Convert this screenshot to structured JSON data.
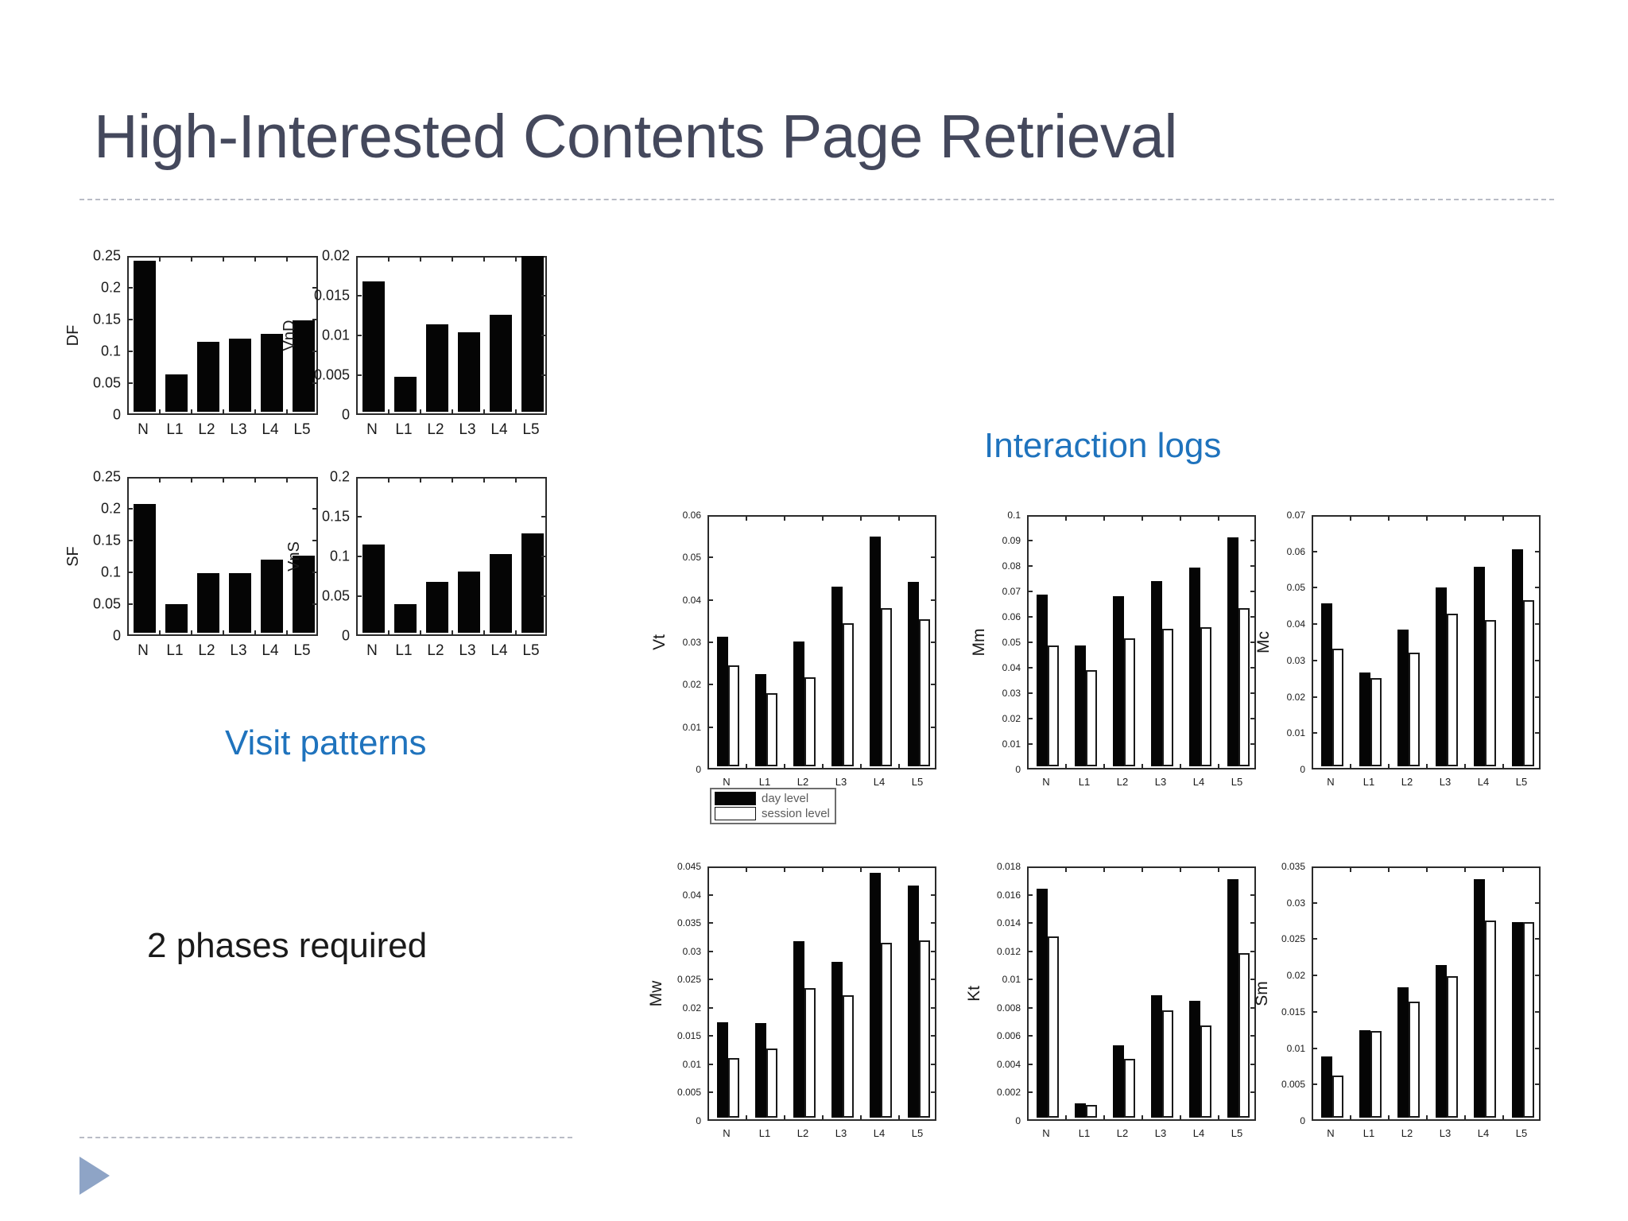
{
  "slide": {
    "title": "High-Interested Contents Page Retrieval",
    "captions": {
      "visit_patterns": "Visit patterns",
      "interaction_logs": "Interaction logs",
      "phases_note": "2 phases required"
    },
    "accent_blue": "#1f73bd",
    "title_color": "#44485c",
    "bar_day_color": "#050505",
    "bar_session_color": "#ffffff"
  },
  "legend": {
    "items": [
      {
        "label": "day level",
        "style": "filled"
      },
      {
        "label": "session level",
        "style": "outline"
      }
    ]
  },
  "chart_data": [
    {
      "id": "df",
      "type": "bar",
      "ylabel": "DF",
      "categories": [
        "N",
        "L1",
        "L2",
        "L3",
        "L4",
        "L5"
      ],
      "yticks": [
        "0",
        "0.05",
        "0.1",
        "0.15",
        "0.2",
        "0.25"
      ],
      "ylim": [
        0,
        0.25
      ],
      "grid": false,
      "series": [
        {
          "name": "value",
          "values": [
            0.242,
            0.06,
            0.112,
            0.118,
            0.125,
            0.147
          ]
        }
      ]
    },
    {
      "id": "vnd",
      "type": "bar",
      "ylabel": "VnD",
      "categories": [
        "N",
        "L1",
        "L2",
        "L3",
        "L4",
        "L5"
      ],
      "yticks": [
        "0",
        "0.005",
        "0.01",
        "0.015",
        "0.02"
      ],
      "ylim": [
        0,
        0.02
      ],
      "grid": false,
      "series": [
        {
          "name": "value",
          "values": [
            0.0167,
            0.0045,
            0.0112,
            0.0102,
            0.0124,
            0.02
          ]
        }
      ]
    },
    {
      "id": "sf",
      "type": "bar",
      "ylabel": "SF",
      "categories": [
        "N",
        "L1",
        "L2",
        "L3",
        "L4",
        "L5"
      ],
      "yticks": [
        "0",
        "0.05",
        "0.1",
        "0.15",
        "0.2",
        "0.25"
      ],
      "ylim": [
        0,
        0.25
      ],
      "grid": false,
      "series": [
        {
          "name": "value",
          "values": [
            0.207,
            0.046,
            0.096,
            0.096,
            0.117,
            0.124
          ]
        }
      ]
    },
    {
      "id": "vns",
      "type": "bar",
      "ylabel": "VnS",
      "categories": [
        "N",
        "L1",
        "L2",
        "L3",
        "L4",
        "L5"
      ],
      "yticks": [
        "0",
        "0.05",
        "0.1",
        "0.15",
        "0.2"
      ],
      "ylim": [
        0,
        0.2
      ],
      "grid": false,
      "series": [
        {
          "name": "value",
          "values": [
            0.113,
            0.037,
            0.065,
            0.079,
            0.101,
            0.128
          ]
        }
      ]
    },
    {
      "id": "vt",
      "type": "bar",
      "ylabel": "Vt",
      "categories": [
        "N",
        "L1",
        "L2",
        "L3",
        "L4",
        "L5"
      ],
      "yticks": [
        "0",
        "0.01",
        "0.02",
        "0.03",
        "0.04",
        "0.05",
        "0.06"
      ],
      "ylim": [
        0,
        0.06
      ],
      "grid": false,
      "series": [
        {
          "name": "day level",
          "values": [
            0.031,
            0.022,
            0.0298,
            0.043,
            0.0548,
            0.044
          ]
        },
        {
          "name": "session level",
          "values": [
            0.0241,
            0.0175,
            0.0212,
            0.0342,
            0.0378,
            0.0352
          ]
        }
      ]
    },
    {
      "id": "mm",
      "type": "bar",
      "ylabel": "Mm",
      "categories": [
        "N",
        "L1",
        "L2",
        "L3",
        "L4",
        "L5"
      ],
      "yticks": [
        "0",
        "0.01",
        "0.02",
        "0.03",
        "0.04",
        "0.05",
        "0.06",
        "0.07",
        "0.08",
        "0.09",
        "0.1"
      ],
      "ylim": [
        0,
        0.1
      ],
      "grid": false,
      "series": [
        {
          "name": "day level",
          "values": [
            0.0683,
            0.048,
            0.0677,
            0.0738,
            0.0792,
            0.0912
          ]
        },
        {
          "name": "session level",
          "values": [
            0.0482,
            0.0384,
            0.051,
            0.0549,
            0.0553,
            0.063
          ]
        }
      ]
    },
    {
      "id": "mc",
      "type": "bar",
      "ylabel": "Mc",
      "categories": [
        "N",
        "L1",
        "L2",
        "L3",
        "L4",
        "L5"
      ],
      "yticks": [
        "0",
        "0.01",
        "0.02",
        "0.03",
        "0.04",
        "0.05",
        "0.06",
        "0.07"
      ],
      "ylim": [
        0,
        0.07
      ],
      "grid": false,
      "series": [
        {
          "name": "day level",
          "values": [
            0.0455,
            0.0262,
            0.038,
            0.0498,
            0.0556,
            0.0604
          ]
        },
        {
          "name": "session level",
          "values": [
            0.0327,
            0.0245,
            0.0316,
            0.0425,
            0.0408,
            0.0464
          ]
        }
      ]
    },
    {
      "id": "mw",
      "type": "bar",
      "ylabel": "Mw",
      "categories": [
        "N",
        "L1",
        "L2",
        "L3",
        "L4",
        "L5"
      ],
      "yticks": [
        "0",
        "0.005",
        "0.01",
        "0.015",
        "0.02",
        "0.025",
        "0.03",
        "0.035",
        "0.04",
        "0.045"
      ],
      "ylim": [
        0,
        0.045
      ],
      "grid": false,
      "series": [
        {
          "name": "day level",
          "values": [
            0.0171,
            0.017,
            0.0316,
            0.0279,
            0.0439,
            0.0416
          ]
        },
        {
          "name": "session level",
          "values": [
            0.0107,
            0.0124,
            0.0232,
            0.0219,
            0.0313,
            0.0317
          ]
        }
      ]
    },
    {
      "id": "kt",
      "type": "bar",
      "ylabel": "Kt",
      "categories": [
        "N",
        "L1",
        "L2",
        "L3",
        "L4",
        "L5"
      ],
      "yticks": [
        "0",
        "0.002",
        "0.004",
        "0.006",
        "0.008",
        "0.01",
        "0.012",
        "0.014",
        "0.016",
        "0.018"
      ],
      "ylim": [
        0,
        0.018
      ],
      "grid": false,
      "series": [
        {
          "name": "day level",
          "values": [
            0.0164,
            0.00105,
            0.0052,
            0.0088,
            0.0084,
            0.0171
          ]
        },
        {
          "name": "session level",
          "values": [
            0.013,
            0.0009,
            0.0042,
            0.0077,
            0.0066,
            0.0118
          ]
        }
      ]
    },
    {
      "id": "sm",
      "type": "bar",
      "ylabel": "Sm",
      "categories": [
        "N",
        "L1",
        "L2",
        "L3",
        "L4",
        "L5"
      ],
      "yticks": [
        "0",
        "0.005",
        "0.01",
        "0.015",
        "0.02",
        "0.025",
        "0.03",
        "0.035"
      ],
      "ylim": [
        0,
        0.035
      ],
      "grid": false,
      "series": [
        {
          "name": "day level",
          "values": [
            0.0085,
            0.0122,
            0.0182,
            0.0213,
            0.0332,
            0.0272
          ]
        },
        {
          "name": "session level",
          "values": [
            0.0059,
            0.0121,
            0.0162,
            0.0197,
            0.0275,
            0.0272
          ]
        }
      ]
    }
  ]
}
